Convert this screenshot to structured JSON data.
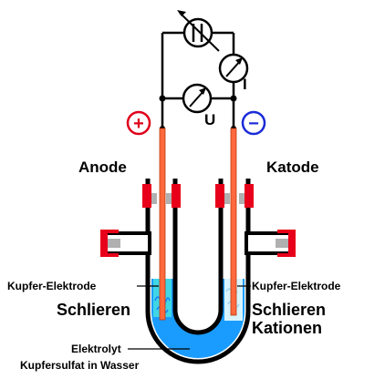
{
  "labels": {
    "anode": "Anode",
    "katode": "Katode",
    "plus": "+",
    "minus": "−",
    "voltage": "U",
    "current": "I",
    "electrode_left": "Kupfer-Elektrode",
    "electrode_right": "Kupfer-Elektrode",
    "schlieren_left": "Schlieren",
    "schlieren_right": "Schlieren",
    "kationen": "Kationen",
    "electrolyte": "Elektrolyt",
    "electrolyte_desc": "Kupfersulfat in Wasser"
  },
  "colors": {
    "plus_sign": "#e0001a",
    "minus_sign": "#1a2bd8",
    "electrode": "#ff6a3d",
    "electrolyte": "#1a9cff",
    "schlieren_left": "#3fd6e6",
    "schlieren_right": "#d8f4ff",
    "clamp_red": "#e8001a",
    "clamp_grey": "#b0b0b0"
  },
  "icons": {
    "voltmeter": "meter-icon",
    "ammeter": "meter-icon",
    "resistor": "variable-resistor-icon"
  }
}
